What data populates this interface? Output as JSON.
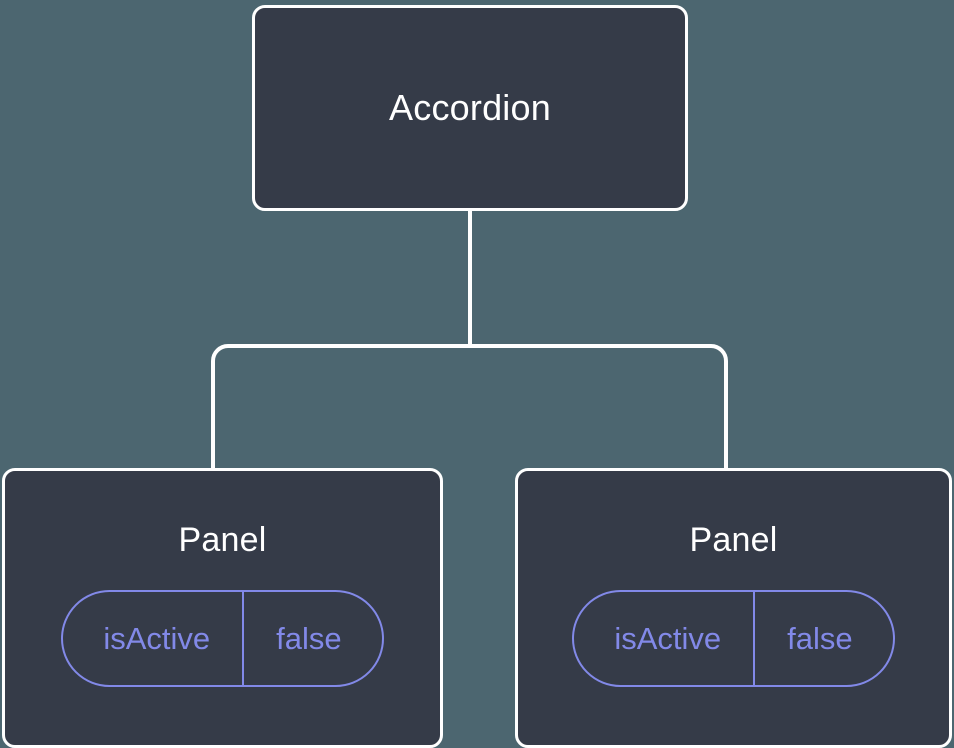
{
  "diagram": {
    "type": "component-tree",
    "background_color": "#4c6670",
    "node_fill_color": "#353b48",
    "node_border_color": "#ffffff",
    "node_title_color": "#ffffff",
    "connector_color": "#ffffff",
    "badge_color": "#8289e8",
    "root": {
      "title": "Accordion"
    },
    "children": [
      {
        "title": "Panel",
        "state": {
          "key": "isActive",
          "value": "false"
        }
      },
      {
        "title": "Panel",
        "state": {
          "key": "isActive",
          "value": "false"
        }
      }
    ]
  }
}
